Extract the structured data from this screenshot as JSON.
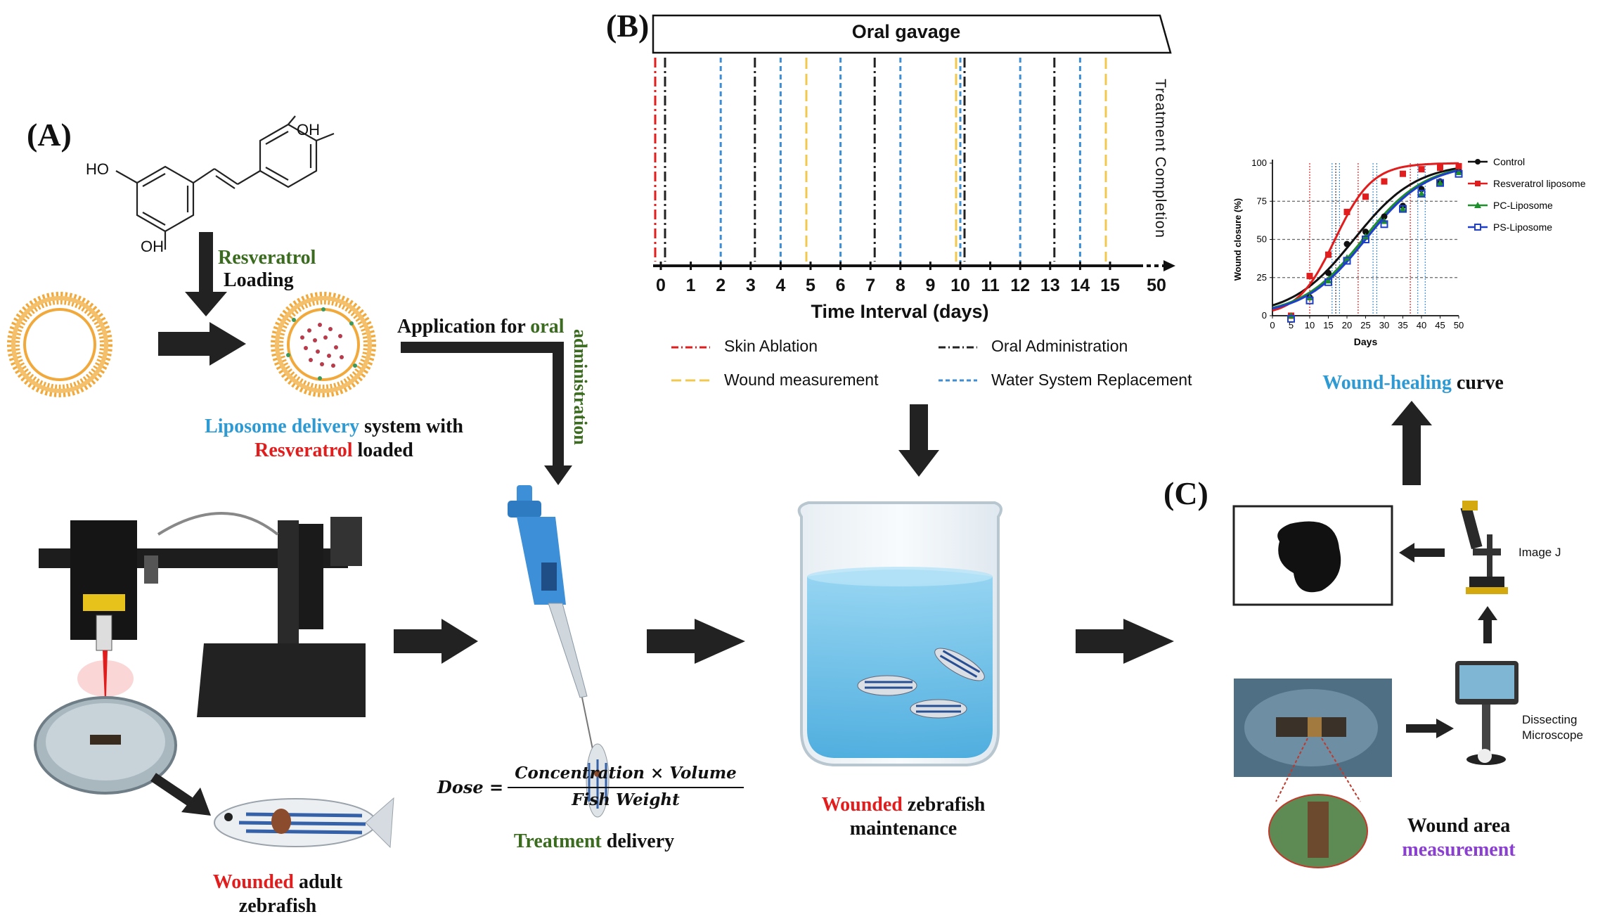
{
  "panels": {
    "a": "(A)",
    "b": "(B)",
    "c": "(C)"
  },
  "molecule": {
    "oh_top": "OH",
    "oh_left": "HO",
    "oh_bottom": "OH"
  },
  "panel_a": {
    "loading_word1": "Resveratrol",
    "loading_word2": "Loading",
    "application_prefix": "Application for ",
    "application_oral": "oral",
    "administration": "administration",
    "liposome_part1": "Liposome delivery",
    "liposome_part2": " system with",
    "liposome_part3": "Resveratrol",
    "liposome_part4": " loaded",
    "wounded_word": "Wounded",
    "adult_word": " adult",
    "zebrafish_word": "zebrafish",
    "dose_lhs": "Dose =",
    "dose_num": "Concentration × Volume",
    "dose_den": "Fish Weight",
    "treatment_word": "Treatment",
    "delivery_word": " delivery"
  },
  "panel_b": {
    "oral_gavage": "Oral gavage",
    "treatment_completion": "Treatment Completion",
    "axis_title": "Time Interval (days)",
    "ticks": [
      "0",
      "1",
      "2",
      "3",
      "4",
      "5",
      "6",
      "7",
      "8",
      "9",
      "10",
      "11",
      "12",
      "13",
      "14",
      "15",
      "50"
    ],
    "legend": {
      "skin_ablation": "Skin Ablation",
      "oral_admin": "Oral Administration",
      "wound_measurement": "Wound measurement",
      "water_replacement": "Water System Replacement"
    },
    "colors": {
      "ablation": "#e11d1d",
      "oral": "#222222",
      "wound": "#f2c94c",
      "water": "#3c8fd6"
    },
    "events": {
      "skin_ablation_days": [
        0
      ],
      "oral_admin_days": [
        0,
        3,
        7,
        10,
        13
      ],
      "wound_measurement_days": [
        5,
        10,
        15
      ],
      "water_replacement_days": [
        2,
        4,
        6,
        8,
        10,
        12,
        14
      ]
    },
    "wounded_word": "Wounded",
    "zebrafish_word": " zebrafish",
    "maintenance": "maintenance"
  },
  "panel_c": {
    "image_j": "Image J",
    "dissecting": "Dissecting",
    "microscope": "Microscope",
    "wound_area": "Wound area",
    "measurement": "measurement",
    "curve_part1": "Wound-healing",
    "curve_part2": " curve"
  },
  "chart_data": {
    "type": "scatter",
    "xlabel": "Days",
    "ylabel": "Wound closure (%)",
    "xlim": [
      0,
      50
    ],
    "ylim": [
      0,
      100
    ],
    "xticks": [
      0,
      5,
      10,
      15,
      20,
      25,
      30,
      35,
      40,
      45,
      50
    ],
    "yticks": [
      0,
      25,
      50,
      75,
      100
    ],
    "x": [
      5,
      10,
      15,
      20,
      25,
      30,
      35,
      40,
      45,
      50
    ],
    "series": [
      {
        "name": "Control",
        "color": "#111111",
        "marker": "circle",
        "values": [
          0,
          12,
          28,
          47,
          55,
          65,
          72,
          83,
          88,
          95
        ]
      },
      {
        "name": "Resveratrol liposome",
        "color": "#e11d1d",
        "marker": "square",
        "values": [
          0,
          26,
          40,
          68,
          78,
          88,
          93,
          96,
          97,
          98
        ]
      },
      {
        "name": "PC-Liposome",
        "color": "#1f8f2e",
        "marker": "triangle",
        "values": [
          0,
          12,
          23,
          38,
          52,
          62,
          70,
          80,
          87,
          94
        ]
      },
      {
        "name": "PS-Liposome",
        "color": "#1f3fc9",
        "marker": "open-square",
        "values": [
          -2,
          10,
          22,
          36,
          50,
          60,
          70,
          80,
          87,
          93
        ]
      }
    ],
    "legend_position": "right",
    "grid": "dashed horizontal at 25/50/75; dotted vertical event lines"
  }
}
